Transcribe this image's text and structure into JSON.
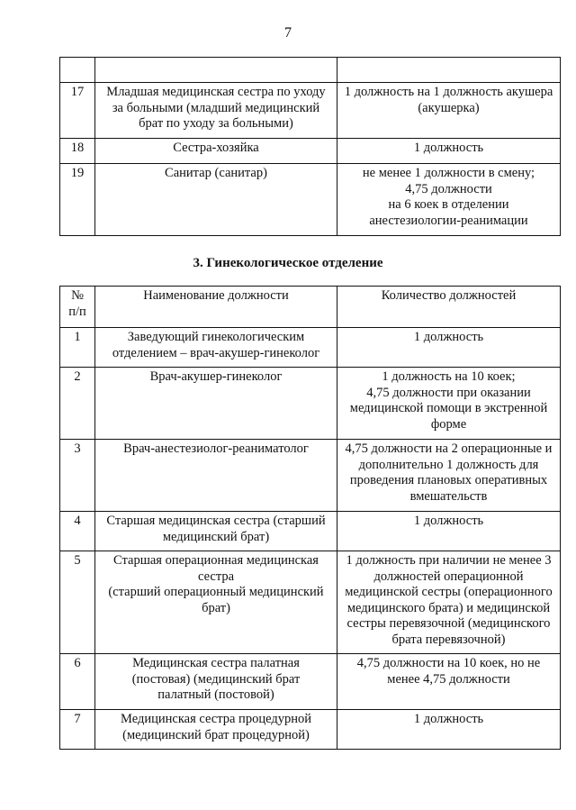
{
  "page_number": "7",
  "table1": {
    "rows": [
      {
        "num": "",
        "name": [
          ""
        ],
        "qty": [
          ""
        ]
      },
      {
        "num": "17",
        "name": [
          "Младшая медицинская сестра по уходу",
          "за больными (младший медицинский",
          "брат по уходу за больными)"
        ],
        "qty": [
          "1 должность на 1 должность акушера",
          "(акушерка)"
        ]
      },
      {
        "num": "18",
        "name": [
          "Сестра-хозяйка"
        ],
        "qty": [
          "1 должность"
        ]
      },
      {
        "num": "19",
        "name": [
          "Санитар (санитар)"
        ],
        "qty": [
          "не менее 1 должности в смену;",
          "4,75 должности",
          "на 6 коек в отделении",
          "анестезиологии-реанимации"
        ]
      }
    ]
  },
  "section_heading": "3. Гинекологическое отделение",
  "table2": {
    "header": {
      "num": [
        "№",
        "п/п"
      ],
      "name": "Наименование должности",
      "qty": "Количество должностей"
    },
    "rows": [
      {
        "num": "1",
        "name": [
          "Заведующий гинекологическим",
          "отделением – врач-акушер-гинеколог"
        ],
        "qty": [
          "1 должность"
        ]
      },
      {
        "num": "2",
        "name": [
          "Врач-акушер-гинеколог"
        ],
        "qty": [
          "1 должность на 10 коек;",
          "4,75 должности при оказании",
          "медицинской помощи в экстренной",
          "форме"
        ]
      },
      {
        "num": "3",
        "name": [
          "Врач-анестезиолог-реаниматолог"
        ],
        "qty": [
          "4,75 должности на 2 операционные и",
          "дополнительно 1 должность для",
          "проведения плановых оперативных",
          "вмешательств"
        ]
      },
      {
        "num": "4",
        "name": [
          "Старшая медицинская сестра (старший",
          "медицинский брат)"
        ],
        "qty": [
          "1 должность"
        ]
      },
      {
        "num": "5",
        "name": [
          "Старшая операционная медицинская",
          "сестра",
          "(старший операционный медицинский",
          "брат)"
        ],
        "qty": [
          "1 должность при наличии не менее 3",
          "должностей операционной",
          "медицинской сестры (операционного",
          "медицинского брата) и медицинской",
          "сестры перевязочной (медицинского",
          "брата перевязочной)"
        ]
      },
      {
        "num": "6",
        "name": [
          "Медицинская сестра палатная",
          "(постовая) (медицинский брат",
          "палатный (постовой)"
        ],
        "qty": [
          "4,75 должности на 10 коек, но не",
          "менее 4,75 должности"
        ]
      },
      {
        "num": "7",
        "name": [
          "Медицинская сестра процедурной",
          "(медицинский брат процедурной)"
        ],
        "qty": [
          "1 должность"
        ]
      }
    ]
  }
}
